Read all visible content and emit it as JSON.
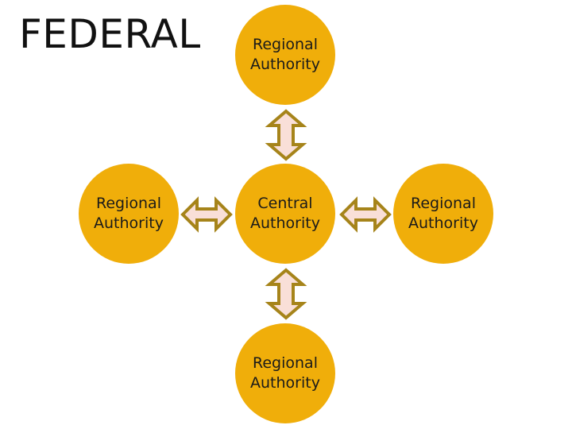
{
  "title": "FEDERAL",
  "nodes": {
    "top": "Regional Authority",
    "left": "Regional Authority",
    "center": "Central Authority",
    "right": "Regional Authority",
    "bottom": "Regional Authority"
  },
  "colors": {
    "node_fill": "#f0ae0a",
    "arrow_fill": "#f9dfd8",
    "arrow_stroke": "#a6841a"
  },
  "connectors": [
    {
      "from": "top",
      "to": "center",
      "icon": "double-arrow-vertical"
    },
    {
      "from": "left",
      "to": "center",
      "icon": "double-arrow-horizontal"
    },
    {
      "from": "center",
      "to": "right",
      "icon": "double-arrow-horizontal"
    },
    {
      "from": "center",
      "to": "bottom",
      "icon": "double-arrow-vertical"
    }
  ]
}
